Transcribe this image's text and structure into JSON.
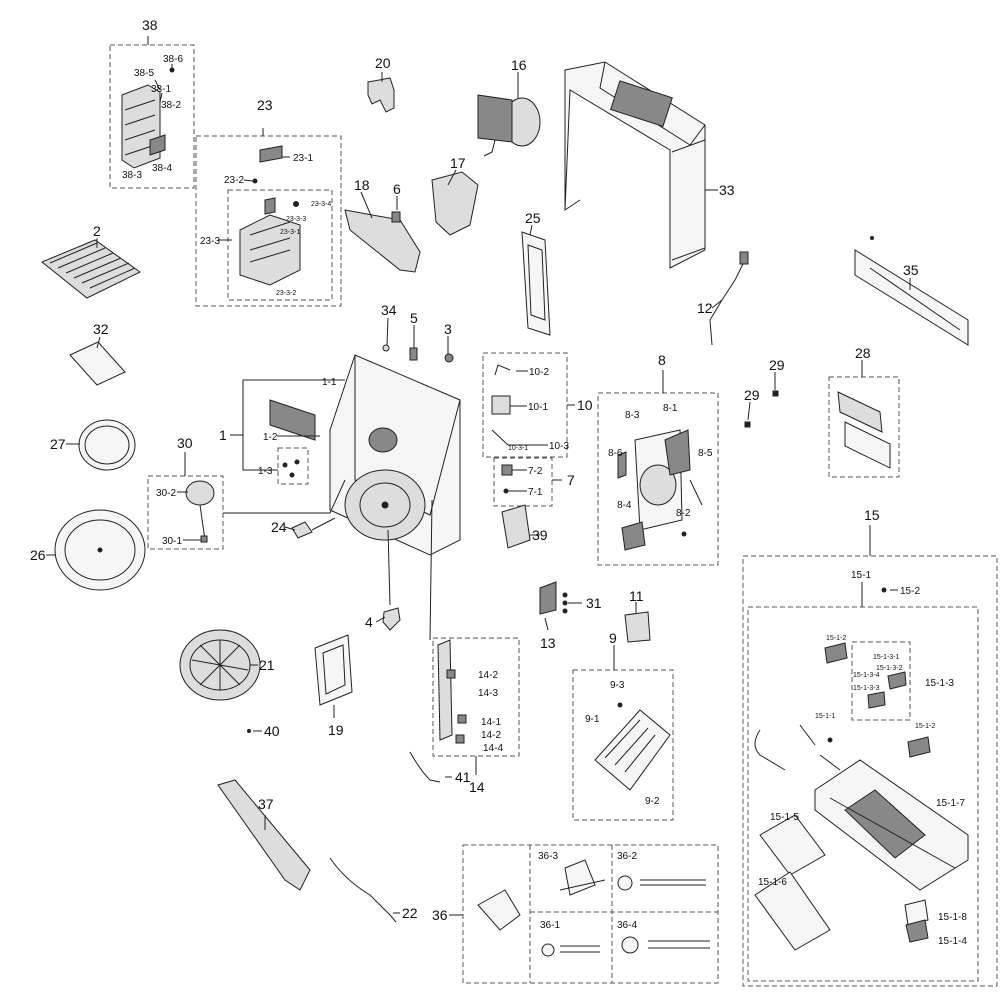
{
  "labels": {
    "l38": "38",
    "l38_6": "38-6",
    "l38_5": "38-5",
    "l38_1": "38-1",
    "l38_2": "38-2",
    "l38_3": "38-3",
    "l38_4": "38-4",
    "l23": "23",
    "l23_1": "23-1",
    "l23_2": "23-2",
    "l23_3": "23-3",
    "l23_3_1": "23-3-1",
    "l23_3_2": "23-3-2",
    "l23_3_3": "23-3-3",
    "l23_3_4": "23-3-4",
    "l20": "20",
    "l16": "16",
    "l33": "33",
    "l17": "17",
    "l18": "18",
    "l6": "6",
    "l25": "25",
    "l2": "2",
    "l32": "32",
    "l27": "27",
    "l26": "26",
    "l35": "35",
    "l12": "12",
    "l34": "34",
    "l5": "5",
    "l3": "3",
    "l1": "1",
    "l1_1": "1-1",
    "l1_2": "1-2",
    "l1_3": "1-3",
    "l10": "10",
    "l10_1": "10-1",
    "l10_2": "10-2",
    "l10_3": "10-3",
    "l10_3_1": "10-3-1",
    "l7": "7",
    "l7_1": "7-1",
    "l7_2": "7-2",
    "l8": "8",
    "l8_1": "8-1",
    "l8_2": "8-2",
    "l8_3": "8-3",
    "l8_4": "8-4",
    "l8_5": "8-5",
    "l8_6": "8-6",
    "l29a": "29",
    "l29b": "29",
    "l28": "28",
    "l30": "30",
    "l30_1": "30-1",
    "l30_2": "30-2",
    "l24": "24",
    "l39": "39",
    "l4": "4",
    "l31": "31",
    "l13": "13",
    "l11": "11",
    "l9": "9",
    "l9_1": "9-1",
    "l9_2": "9-2",
    "l9_3": "9-3",
    "l21": "21",
    "l19": "19",
    "l40": "40",
    "l14": "14",
    "l14_1": "14-1",
    "l14_2a": "14-2",
    "l14_2b": "14-2",
    "l14_3": "14-3",
    "l14_4": "14-4",
    "l41": "41",
    "l37": "37",
    "l22": "22",
    "l36": "36",
    "l36_1": "36-1",
    "l36_2": "36-2",
    "l36_3": "36-3",
    "l36_4": "36-4",
    "l15": "15",
    "l15_1": "15-1",
    "l15_2": "15-2",
    "l15_1_1": "15-1-1",
    "l15_1_2a": "15-1-2",
    "l15_1_2b": "15-1-2",
    "l15_1_3": "15-1-3",
    "l15_1_3_1": "15-1-3-1",
    "l15_1_3_2": "15-1-3-2",
    "l15_1_3_3": "15-1-3-3",
    "l15_1_3_4": "15-1-3-4",
    "l15_1_4": "15-1-4",
    "l15_1_5": "15-1-5",
    "l15_1_6": "15-1-6",
    "l15_1_7": "15-1-7",
    "l15_1_8": "15-1-8"
  }
}
